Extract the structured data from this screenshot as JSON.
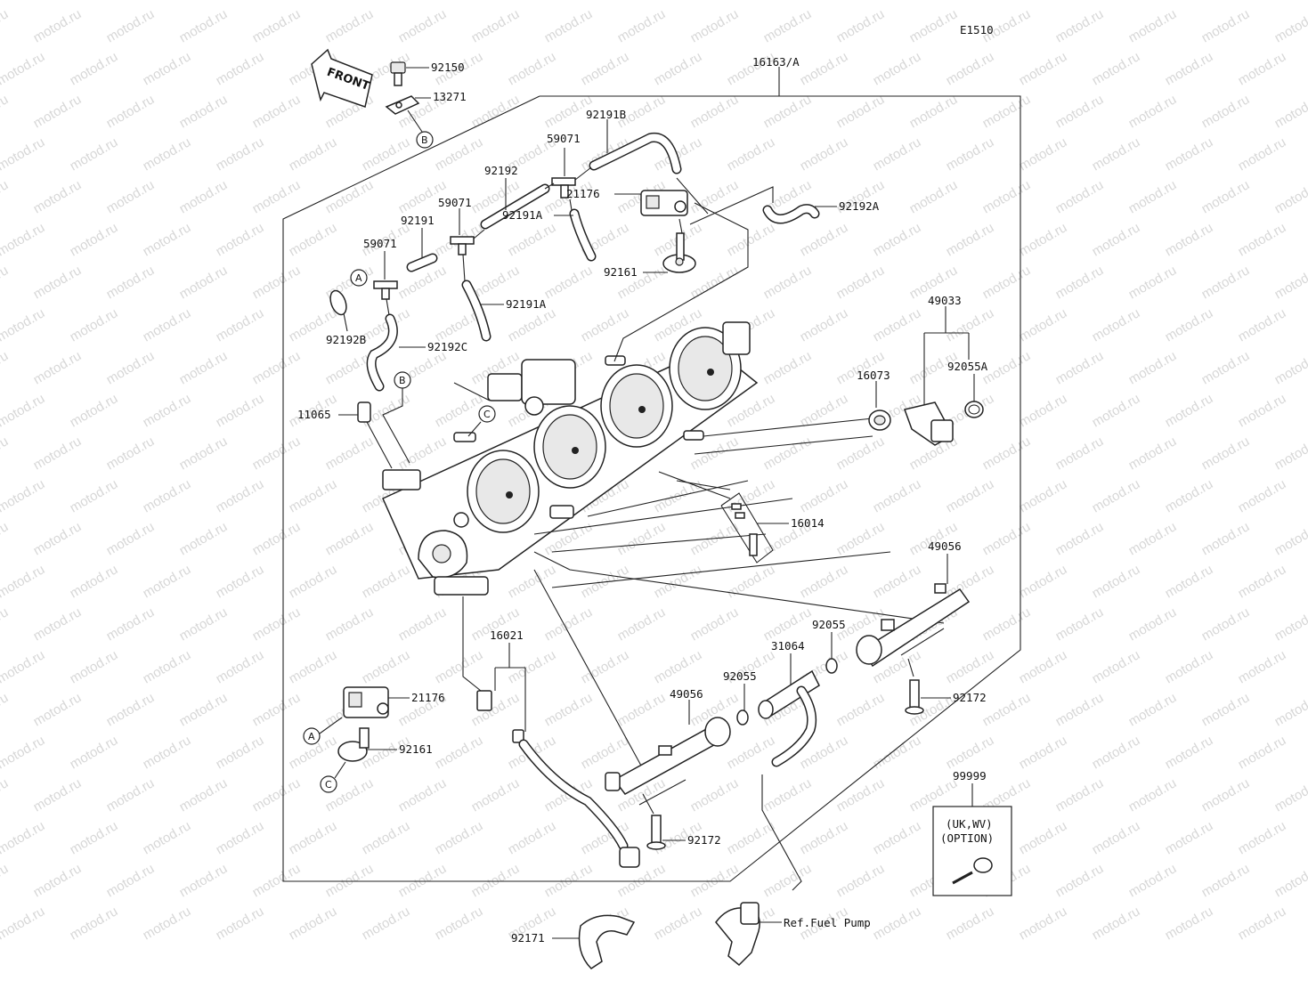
{
  "diagram_code": "E1510",
  "front_arrow_label": "FRONT",
  "watermark_text": "motod.ru",
  "parts": {
    "p16163": "16163/A",
    "p92150": "92150",
    "p13271": "13271",
    "p92191B": "92191B",
    "p59071_top": "59071",
    "p92192": "92192",
    "p21176_top": "21176",
    "p59071_mid": "59071",
    "p92191": "92191",
    "p92191A_top": "92191A",
    "p92192A": "92192A",
    "p59071_left": "59071",
    "p92161_top": "92161",
    "p92191A_mid": "92191A",
    "p92192B": "92192B",
    "p92192C": "92192C",
    "p49033": "49033",
    "p16073": "16073",
    "p92055A": "92055A",
    "p11065": "11065",
    "p16014": "16014",
    "p49056_right": "49056",
    "p16021": "16021",
    "p92055_right": "92055",
    "p31064": "31064",
    "p92055_mid": "92055",
    "p49056_left": "49056",
    "p21176_bottom": "21176",
    "p92172_right": "92172",
    "p92161_bottom": "92161",
    "p99999": "99999",
    "p92172_bottom": "92172",
    "p92171": "92171",
    "ref_fuel_pump": "Ref.Fuel Pump"
  },
  "option_box": {
    "line1": "(UK,WV)",
    "line2": "(OPTION)"
  },
  "callouts": {
    "a_top": "A",
    "b_top": "B",
    "b_mid": "B",
    "c_mid": "C",
    "a_bottom": "A",
    "c_bottom": "C"
  }
}
